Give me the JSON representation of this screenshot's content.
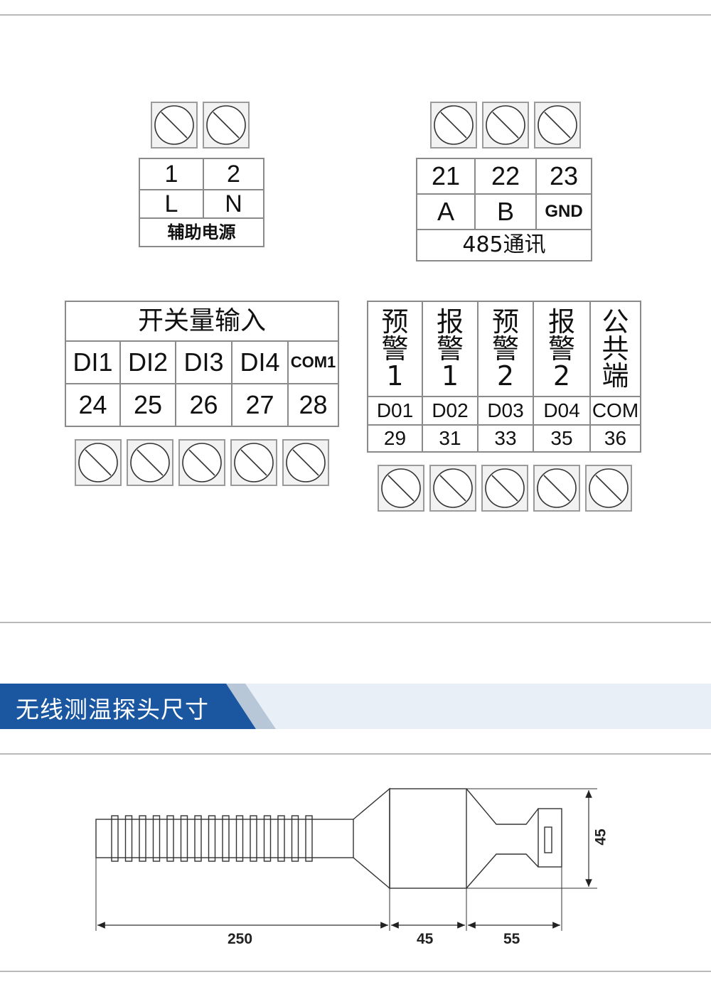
{
  "aux_power": {
    "numbers": [
      "1",
      "2"
    ],
    "letters": [
      "L",
      "N"
    ],
    "caption": "辅助电源"
  },
  "rs485": {
    "numbers": [
      "21",
      "22",
      "23"
    ],
    "letters": [
      "A",
      "B",
      "GND"
    ],
    "caption": "485通讯"
  },
  "digital_input": {
    "title": "开关量输入",
    "labels": [
      "DI1",
      "DI2",
      "DI3",
      "DI4",
      "COM1"
    ],
    "numbers": [
      "24",
      "25",
      "26",
      "27",
      "28"
    ]
  },
  "alarm_output": {
    "headers": [
      "预警1",
      "报警1",
      "预警2",
      "报警2",
      "公共端"
    ],
    "labels": [
      "D01",
      "D02",
      "D03",
      "D04",
      "COM"
    ],
    "numbers": [
      "29",
      "31",
      "33",
      "35",
      "36"
    ]
  },
  "section_title": "无线测温探头尺寸",
  "dimensions": {
    "length_1": "250",
    "length_2": "45",
    "length_3": "55",
    "height": "45"
  },
  "colors": {
    "banner_dark": "#1b57a0",
    "banner_light": "#e9eff6",
    "divider": "#b9b9b9"
  }
}
